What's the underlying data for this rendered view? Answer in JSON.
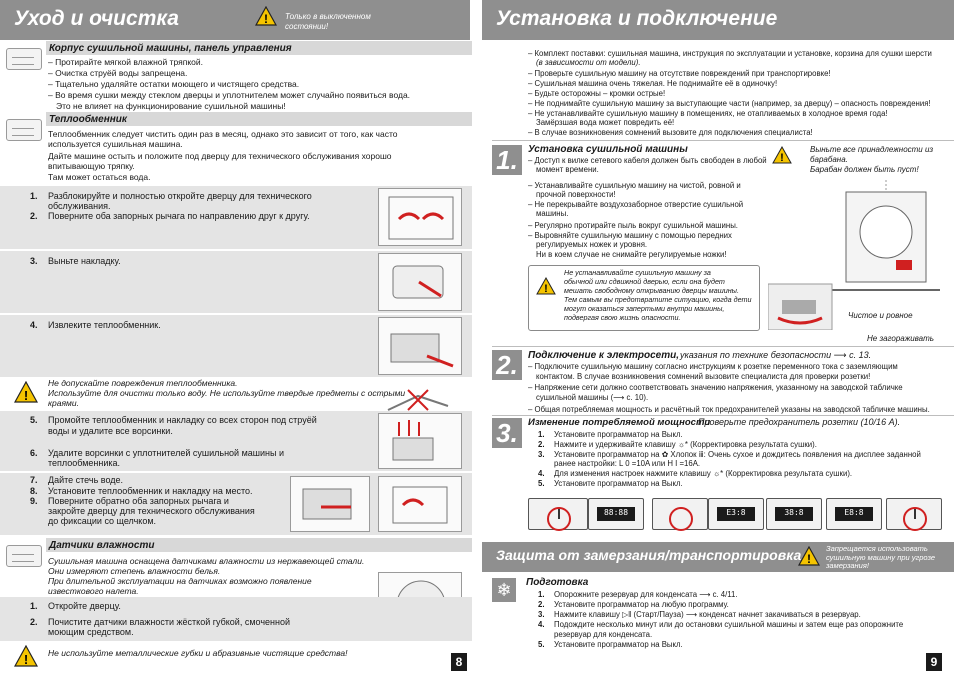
{
  "left": {
    "header": {
      "title": "Уход и очистка",
      "note": "Только в выключенном состоянии!"
    },
    "s1": {
      "title": "Корпус сушильной машины, панель управления",
      "items": [
        "– Протирайте мягкой влажной тряпкой.",
        "– Очистка струёй воды запрещена.",
        "– Тщательно удаляйте остатки моющего и чистящего средства.",
        "– Во время сушки между стеклом дверцы и уплотнителем может случайно появиться вода.",
        "Это не влияет на функционирование сушильной машины!"
      ]
    },
    "s2": {
      "title": "Теплообменник",
      "p1a": "Теплообменник следует чистить один раз в месяц, однако это зависит от того, как часто",
      "p1b": "используется сушильная машина.",
      "p2a": "Дайте машине остыть и положите под дверцу для технического обслуживания хорошо",
      "p2b": "впитывающую тряпку.",
      "p3": "Там может остаться вода."
    },
    "steps": [
      {
        "n": "1.",
        "t1": "Разблокируйте и полностью откройте дверцу для технического",
        "t2": "обслуживания."
      },
      {
        "n": "2.",
        "t1": "Поверните оба запорных рычага по направлению друг к другу.",
        "t2": ""
      },
      {
        "n": "3.",
        "t1": "Выньте накладку.",
        "t2": ""
      },
      {
        "n": "4.",
        "t1": "Извлеките теплообменник.",
        "t2": ""
      }
    ],
    "warn1": {
      "l1": "Не допускайте повреждения теплообменника.",
      "l2": "Используйте для очистки только воду. Не используйте твердые предметы с острыми",
      "l3": "краями."
    },
    "steps2": [
      {
        "n": "5.",
        "t1": "Промойте теплообменник и накладку со всех сторон под струёй",
        "t2": "воды и удалите все ворсинки."
      },
      {
        "n": "6.",
        "t1": "Удалите ворсинки с уплотнителей сушильной машины и",
        "t2": "теплообменника."
      },
      {
        "n": "7.",
        "t1": "Дайте стечь воде.",
        "t2": ""
      },
      {
        "n": "8.",
        "t1": "Установите теплообменник и накладку на место.",
        "t2": ""
      },
      {
        "n": "9.",
        "t1": "Поверните обратно оба запорных рычага и",
        "t2": "закройте дверцу для технического обслуживания",
        "t3": "до фиксации со щелчком."
      }
    ],
    "s3": {
      "title": "Датчики влажности",
      "l1": "Сушильная машина оснащена датчиками влажности из нержавеющей стали.",
      "l2": "Они измеряют степень влажности белья.",
      "l3": "При длительной эксплуатации на датчиках возможно появление",
      "l4": "известкового налета."
    },
    "steps3": [
      {
        "n": "1.",
        "t1": "Откройте дверцу.",
        "t2": ""
      },
      {
        "n": "2.",
        "t1": "Почистите датчики влажности жёсткой губкой, смоченной",
        "t2": "моющим средством."
      }
    ],
    "warn2": "Не используйте металлические губки и абразивные чистящие средства!",
    "page": "8"
  },
  "right": {
    "header": {
      "title": "Установка и подключение"
    },
    "intro": [
      "– Комплект поставки: сушильная машина, инструкция по эксплуатации и установке, корзина для сушки шерсти",
      "(в зависимости от модели).",
      "– Проверьте сушильную машину на отсутствие повреждений при транспортировке!",
      "– Сушильная машина очень тяжелая. Не поднимайте её в одиночку!",
      "– Будьте осторожны – кромки острые!",
      "– Не поднимайте сушильную машину за выступающие части (например, за дверцу) – опасность повреждения!",
      "– Не устанавливайте сушильную машину в помещениях, не отапливаемых в холодное время года!",
      "Замёрзшая вода может повредить её!",
      "– В случае возникновения сомнений вызовите для подключения специалиста!"
    ],
    "b1": {
      "num": "1.",
      "title": "Установка сушильной машины",
      "note1": "Выньте все принадлежности из барабана.",
      "note2": "Барабан должен быть пуст!",
      "l1": "– Доступ к вилке сетевого кабеля должен быть свободен в любой",
      "l2": "момент времени.",
      "l3": "– Устанавливайте сушильную машину на чистой, ровной и",
      "l4": "прочной поверхности!",
      "l5": "– Не перекрывайте воздухозаборное отверстие сушильной",
      "l6": "машины.",
      "l7": "– Регулярно протирайте пыль вокруг сушильной машины.",
      "l8": "– Выровняйте сушильную машину с помощью передних",
      "l9": "регулируемых ножек и уровня.",
      "l10": "Ни в коем случае не снимайте регулируемые ножки!",
      "warn": [
        "Не устанавливайте сушильную машину за",
        "обычной или сдвижной дверью, если она будет",
        "мешать свободному открыванию дверцы машины.",
        "Тем самым вы предотвратите ситуацию, когда дети",
        "могут оказаться запертыми внутри машины,",
        "подвергая свою жизнь опасности."
      ],
      "cap1": "Чистое и ровное",
      "cap2": "Не загораживать"
    },
    "b2": {
      "num": "2.",
      "title": "Подключение к электросети,",
      "title2": "указания по технике безопасности ⟶ с. 13.",
      "l1": "– Подключите сушильную машину согласно инструкциям к розетке переменного тока с заземляющим",
      "l2": "контактом. В случае возникновения сомнений вызовите специалиста для проверки розетки!",
      "l3": "– Напряжение сети должно соответствовать значению напряжения, указанному на заводской табличке",
      "l4": "сушильной машины (⟶ с. 10).",
      "l5": "– Общая потребляемая мощность и расчётный ток предохранителей указаны на заводской табличке машины."
    },
    "b3": {
      "num": "3.",
      "title": "Изменение потребляемой мощности",
      "title2": "Проверьте предохранитель розетки (10/16 A).",
      "steps": [
        {
          "n": "1.",
          "t": "Установите программатор на Выкл."
        },
        {
          "n": "2.",
          "t": "Нажмите и удерживайте клавишу ☼* (Корректировка результата сушки)."
        },
        {
          "n": "3.",
          "t": "Установите программатор на ✿ Хлопок ⅲ: Очень сухое и дождитесь появления на дисплее заданной"
        },
        {
          "n": "",
          "t": "ранее настройки: L 0 =10A или H I =16A."
        },
        {
          "n": "4.",
          "t": "Для изменения настроек нажмите клавишу ☼* (Корректировка результата сушки)."
        },
        {
          "n": "5.",
          "t": "Установите программатор на Выкл."
        }
      ],
      "panels": [
        "88:88",
        "E3:8",
        "38:8",
        "E8:8"
      ]
    },
    "frost": {
      "title": "Защита от замерзания/транспортировка",
      "note": "Запрещается использовать сушильную машину при угрозе замерзания!",
      "sub": "Подготовка",
      "steps": [
        {
          "n": "1.",
          "t": "Опорожните резервуар для конденсата ⟶ с. 4/11."
        },
        {
          "n": "2.",
          "t": "Установите программатор на любую программу."
        },
        {
          "n": "3.",
          "t": "Нажмите клавишу ▷‖ (Старт/Пауза) ⟶ конденсат начнет закачиваться в резервуар."
        },
        {
          "n": "4.",
          "t": "Подождите несколько минут или до остановки сушильной машины и затем еще раз опорожните"
        },
        {
          "n": "",
          "t": "резервуар для конденсата."
        },
        {
          "n": "5.",
          "t": "Установите программатор на Выкл."
        }
      ]
    },
    "page": "9"
  },
  "colors": {
    "header": "#8f8f8f",
    "section": "#d8d8d8",
    "step_bg": "#e4e4e4",
    "warn": "#f5c400"
  }
}
